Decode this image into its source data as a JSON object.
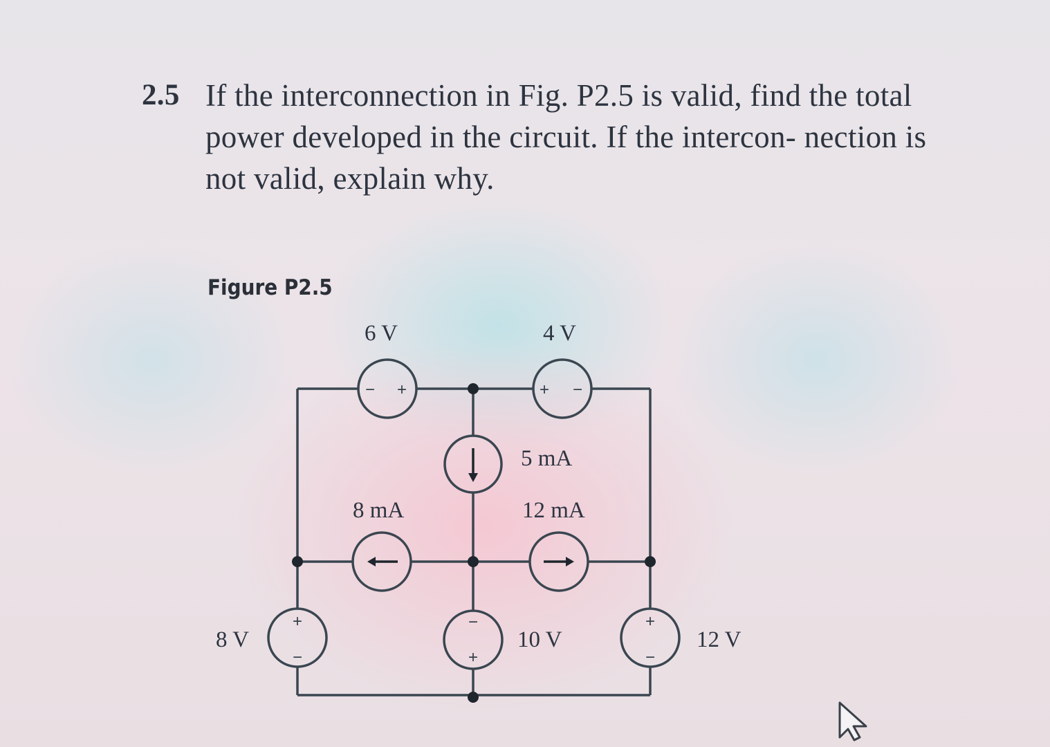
{
  "problem": {
    "number": "2.5",
    "text": "If the interconnection in Fig. P2.5 is valid, find the total power developed in the circuit. If the intercon- nection is not valid, explain why."
  },
  "figure": {
    "label": "Figure P2.5",
    "sources": {
      "v_top_left": "6 V",
      "v_top_right": "4 V",
      "i_center_top": "5 mA",
      "i_left": "8 mA",
      "i_right": "12 mA",
      "v_bottom_left": "8 V",
      "v_bottom_center": "10 V",
      "v_bottom_right": "12 V"
    },
    "polarity": {
      "plus": "+",
      "minus": "−"
    }
  },
  "colors": {
    "text": "#2d3440",
    "wire": "#3a4650"
  },
  "icons": {
    "cursor": "mouse-pointer-icon"
  }
}
